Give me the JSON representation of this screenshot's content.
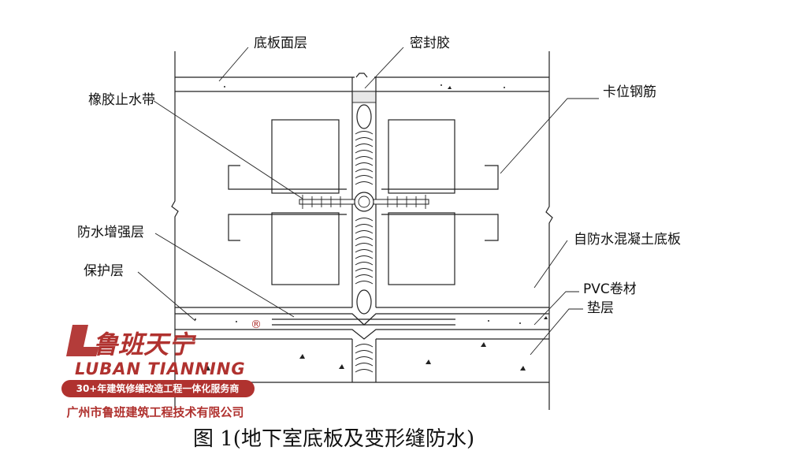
{
  "labels": {
    "floor_finish": "底板面层",
    "sealant": "密封胶",
    "rubber_waterstop": "橡胶止水带",
    "locating_rebar": "卡位钢筋",
    "waterproof_reinforce": "防水增强层",
    "waterproof_concrete_slab": "自防水混凝土底板",
    "protection_layer": "保护层",
    "pvc_membrane": "PVC卷材",
    "cushion_layer": "垫层"
  },
  "caption": "图 1(地下室底板及变形缝防水)",
  "logo": {
    "brand_cn": "鲁班天宁",
    "brand_en": "LUBAN TIANNING",
    "registered": "®",
    "tagline": "30+年建筑修缮改造工程一体化服务商",
    "company": "广州市鲁班建筑工程技术有限公司",
    "color": "#b0322f"
  }
}
